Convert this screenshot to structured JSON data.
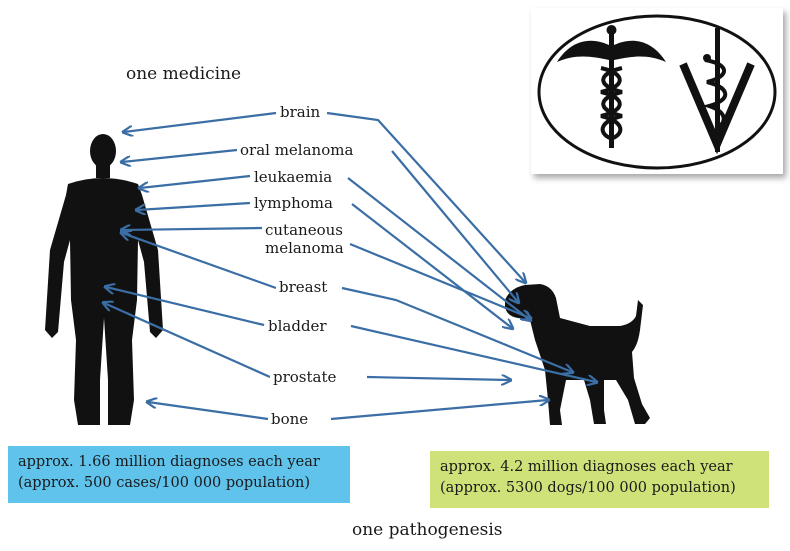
{
  "header": {
    "title": "one medicine"
  },
  "footer": {
    "title": "one pathogenesis"
  },
  "cancer_types": {
    "brain": "brain",
    "oral_melanoma": "oral melanoma",
    "leukaemia": "leukaemia",
    "lymphoma": "lymphoma",
    "cutaneous_line1": "cutaneous",
    "cutaneous_line2": "melanoma",
    "breast": "breast",
    "bladder": "bladder",
    "prostate": "prostate",
    "bone": "bone"
  },
  "human_stats": {
    "line1": "approx. 1.66 million diagnoses each year",
    "line2": "(approx. 500 cases/100 000 population)",
    "color": "#5fc3ec"
  },
  "dog_stats": {
    "line1": "approx. 4.2 million diagnoses each year",
    "line2": "(approx. 5300 dogs/100 000 population)",
    "color": "#cfe27a"
  },
  "colors": {
    "arrow": "#3a6ea5",
    "arrow_fill": "#6f9fd0",
    "silhouette": "#111111"
  },
  "icons": [
    "human-silhouette",
    "dog-silhouette",
    "caduceus-icon",
    "veterinary-caduceus-icon"
  ]
}
